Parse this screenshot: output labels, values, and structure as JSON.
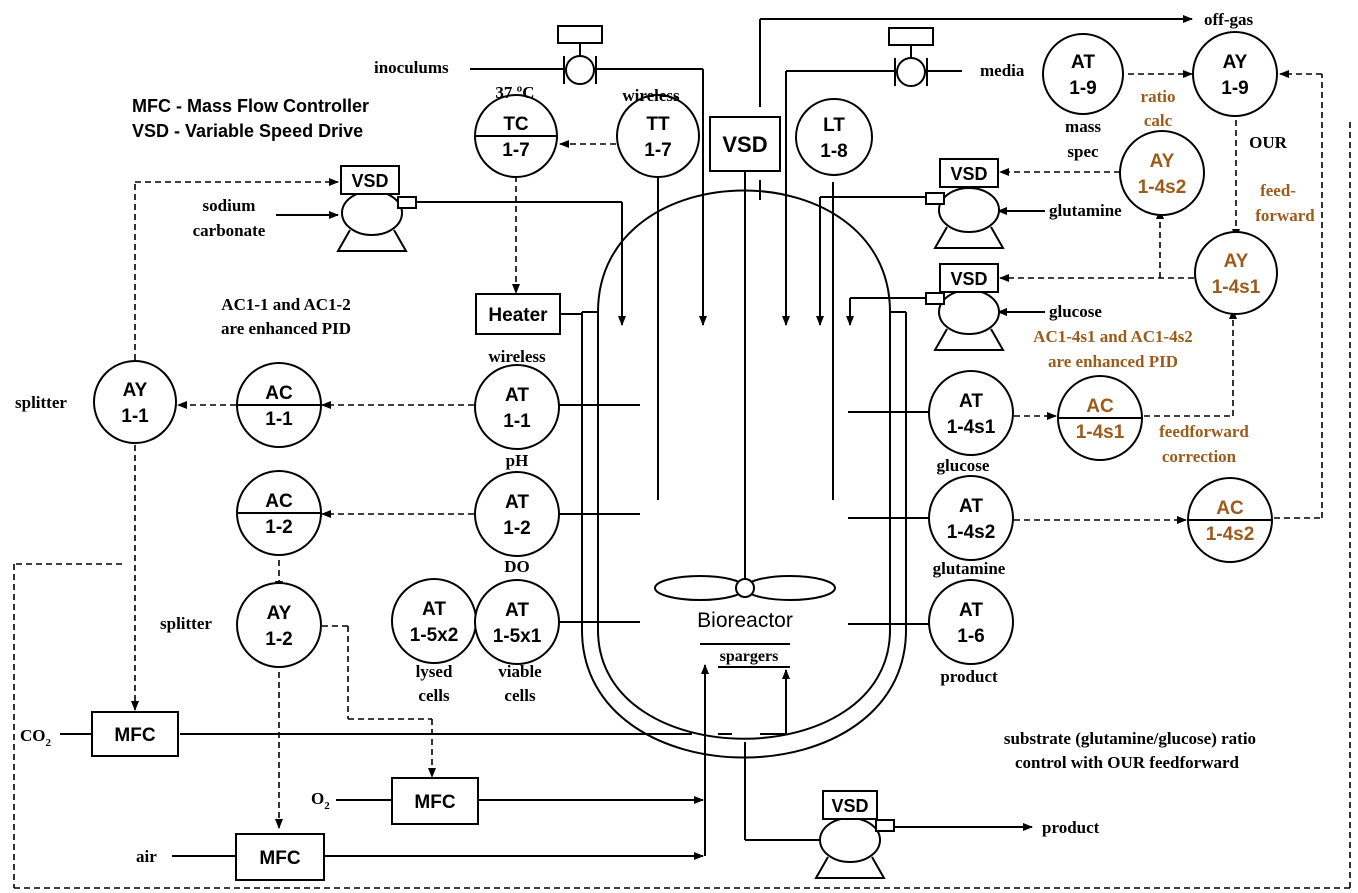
{
  "legend": {
    "mfc": "MFC - Mass Flow Controller",
    "vsd": "VSD - Variable Speed Drive",
    "enhanced_pid_1": "AC1-1 and AC1-2",
    "enhanced_pid_2": "are enhanced PID",
    "enhanced_pid_3": "AC1-4s1 and AC1-4s2",
    "enhanced_pid_4": "are enhanced PID",
    "ratio_1": "substrate (glutamine/glucose) ratio",
    "ratio_2": "control with OUR feedforward"
  },
  "instruments": {
    "tc17": {
      "tag": "TC",
      "num": "1-7"
    },
    "tt17": {
      "tag": "TT",
      "num": "1-7"
    },
    "lt18": {
      "tag": "LT",
      "num": "1-8"
    },
    "at19": {
      "tag": "AT",
      "num": "1-9"
    },
    "ay19": {
      "tag": "AY",
      "num": "1-9"
    },
    "ay14s2": {
      "tag": "AY",
      "num": "1-4s2"
    },
    "ay14s1": {
      "tag": "AY",
      "num": "1-4s1"
    },
    "ay11": {
      "tag": "AY",
      "num": "1-1"
    },
    "ac11": {
      "tag": "AC",
      "num": "1-1"
    },
    "at11": {
      "tag": "AT",
      "num": "1-1"
    },
    "ac12": {
      "tag": "AC",
      "num": "1-2"
    },
    "at12": {
      "tag": "AT",
      "num": "1-2"
    },
    "ay12": {
      "tag": "AY",
      "num": "1-2"
    },
    "at15x2": {
      "tag": "AT",
      "num": "1-5x2"
    },
    "at15x1": {
      "tag": "AT",
      "num": "1-5x1"
    },
    "at14s1": {
      "tag": "AT",
      "num": "1-4s1"
    },
    "ac14s1": {
      "tag": "AC",
      "num": "1-4s1"
    },
    "at14s2": {
      "tag": "AT",
      "num": "1-4s2"
    },
    "ac14s2": {
      "tag": "AC",
      "num": "1-4s2"
    },
    "at16": {
      "tag": "AT",
      "num": "1-6"
    }
  },
  "boxes": {
    "vsd_main": "VSD",
    "vsd_sodium": "VSD",
    "vsd_glutamine": "VSD",
    "vsd_glucose": "VSD",
    "vsd_product": "VSD",
    "heater": "Heater",
    "mfc_co2": "MFC",
    "mfc_o2": "MFC",
    "mfc_air": "MFC"
  },
  "labels": {
    "inoculums": "inoculums",
    "temp": "37 ºC",
    "wireless_tt": "wireless",
    "media": "media",
    "off_gas": "off-gas",
    "mass": "mass",
    "spec": "spec",
    "ratio": "ratio",
    "calc": "calc",
    "our": "OUR",
    "feed": "feed-",
    "forward": "forward",
    "sodium": "sodium",
    "carbonate": "carbonate",
    "glutamine_in": "glutamine",
    "glucose_in": "glucose",
    "splitter_1": "splitter",
    "wireless_at": "wireless",
    "ph": "pH",
    "do": "DO",
    "splitter_2": "splitter",
    "lysed": "lysed",
    "cells_1": "cells",
    "viable": "viable",
    "cells_2": "cells",
    "glucose_meas": "glucose",
    "glutamine_meas": "glutamine",
    "feedforward": "feedforward",
    "correction": "correction",
    "product_meas": "product",
    "bioreactor": "Bioreactor",
    "spargers": "spargers",
    "co2": "CO",
    "co2_sub": "2",
    "o2": "O",
    "o2_sub": "2",
    "air": "air",
    "product_out": "product"
  },
  "colors": {
    "line": "#000000",
    "advanced": "#9c5b1b"
  }
}
